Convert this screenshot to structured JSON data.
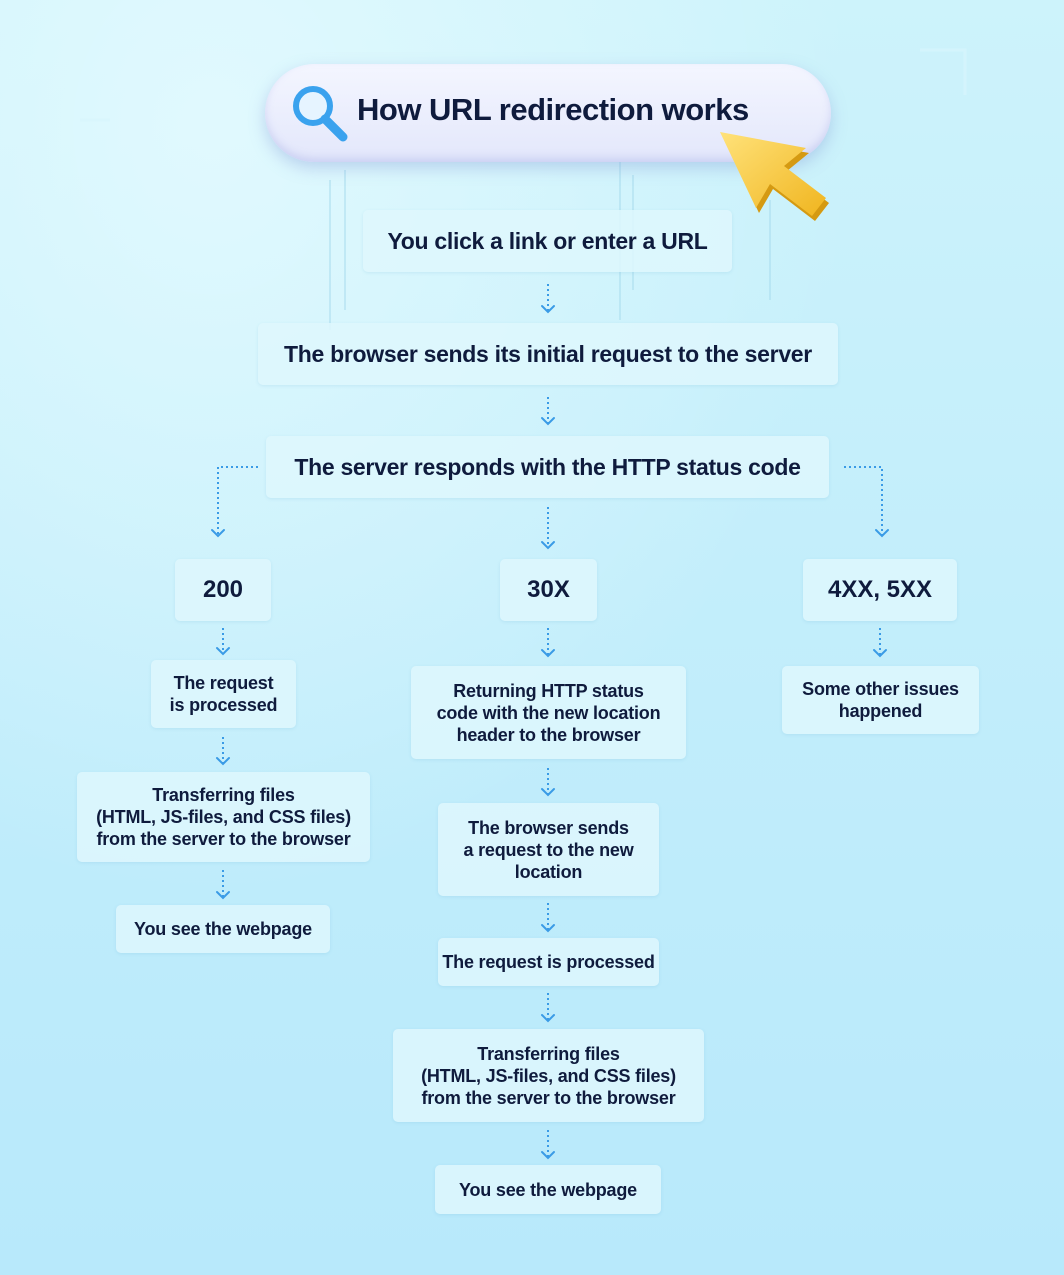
{
  "header": {
    "title": "How URL redirection works",
    "icon": "search-icon",
    "pointer_icon": "cursor-arrow-icon",
    "accent_color": "#3aa2ee"
  },
  "steps": {
    "start": "You click a link or enter a URL",
    "request": "The browser sends its initial request to the server",
    "response": "The server responds with the HTTP status code"
  },
  "branches": {
    "ok": {
      "code": "200",
      "steps": [
        "The request\nis processed",
        "Transferring files\n(HTML, JS-files, and CSS files)\nfrom the server to the browser",
        "You see the webpage"
      ]
    },
    "redirect": {
      "code": "30X",
      "steps": [
        "Returning HTTP status\ncode with the new location\nheader to the browser",
        "The browser sends\na request to the new\nlocation",
        "The request is processed",
        "Transferring files\n(HTML, JS-files, and CSS files)\nfrom the server to the browser",
        "You see the webpage"
      ]
    },
    "error": {
      "code": "4XX, 5XX",
      "steps": [
        "Some other issues\nhappened"
      ]
    }
  },
  "colors": {
    "text": "#0f1b3d",
    "box": "#def7fd",
    "arrow": "#3a9be6",
    "background": "#c3eefb"
  }
}
